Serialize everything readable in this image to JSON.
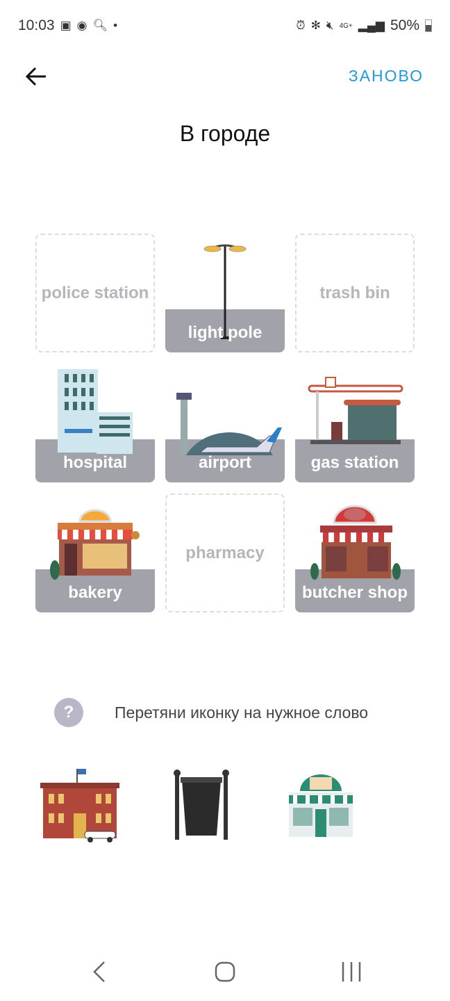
{
  "status_bar": {
    "time": "10:03",
    "battery": "50%",
    "network": "4G+",
    "left_icons": [
      "gallery-icon",
      "heart-circle-icon",
      "search-icon",
      "dot-icon"
    ],
    "right_icons": [
      "alarm-icon",
      "bluetooth-icon",
      "mute-icon",
      "4g-icon",
      "signal-icon",
      "battery-icon"
    ]
  },
  "header": {
    "back_icon": "arrow-left-icon",
    "reset_label": "ЗАНОВО",
    "title": "В городе"
  },
  "cards": [
    {
      "label": "police station",
      "filled": false
    },
    {
      "label": "light pole",
      "filled": true
    },
    {
      "label": "trash bin",
      "filled": false
    },
    {
      "label": "hospital",
      "filled": true
    },
    {
      "label": "airport",
      "filled": true
    },
    {
      "label": "gas station",
      "filled": true
    },
    {
      "label": "bakery",
      "filled": true
    },
    {
      "label": "pharmacy",
      "filled": false
    },
    {
      "label": "butcher shop",
      "filled": true
    }
  ],
  "hint": {
    "icon": "?",
    "text": "Перетяни иконку на нужное слово"
  },
  "draggables": [
    "police-station-icon",
    "trash-bin-icon",
    "pharmacy-icon"
  ],
  "nav": [
    "back-nav",
    "home-nav",
    "recents-nav"
  ],
  "colors": {
    "accent": "#1e9bd7",
    "band": "#a2a2ab",
    "dashed": "#dcdce0"
  }
}
